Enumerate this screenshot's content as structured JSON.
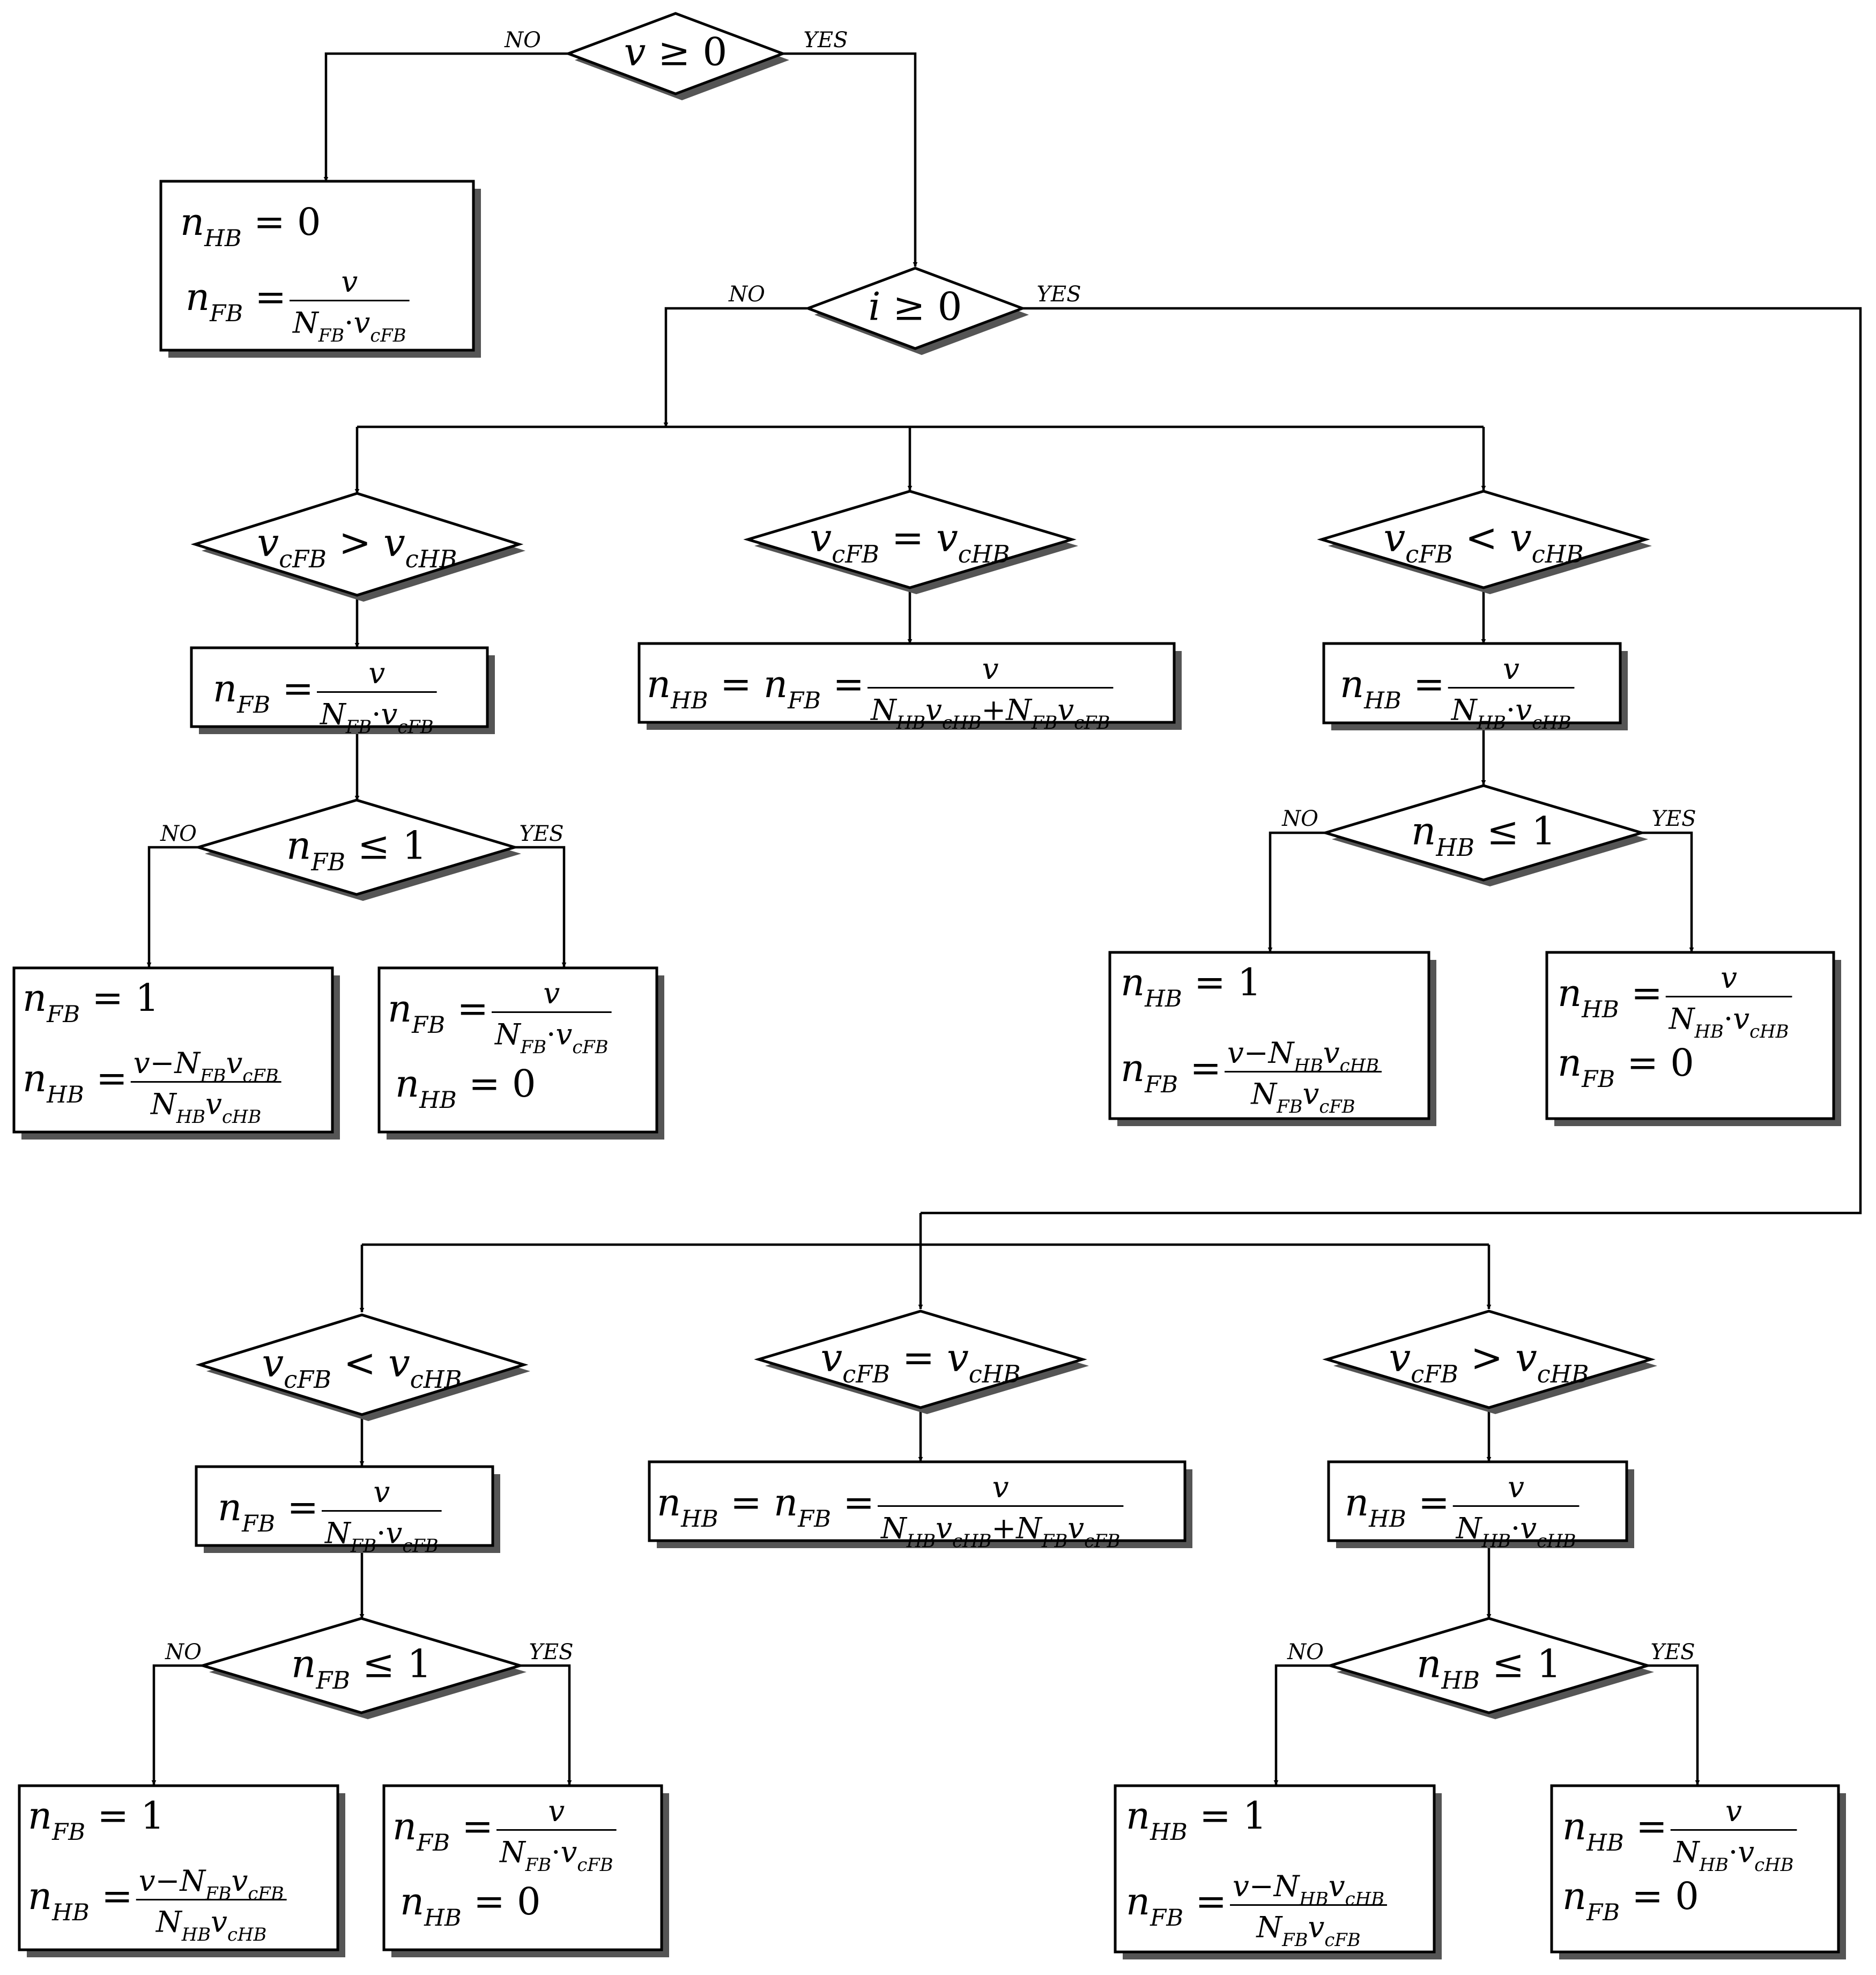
{
  "edge_labels": {
    "no": "NO",
    "yes": "YES"
  },
  "decisions": {
    "v_ge_0": {
      "lhs": "v",
      "op": "≥",
      "rhs": "0"
    },
    "i_ge_0": {
      "lhs": "i",
      "op": "≥",
      "rhs": "0"
    },
    "cmp_gt": {
      "op": ">"
    },
    "cmp_eq": {
      "op": "="
    },
    "cmp_lt": {
      "op": "<"
    },
    "le_one": {
      "op": "≤",
      "rhs": "1"
    }
  },
  "symbols": {
    "n": "n",
    "v": "v",
    "c": "c",
    "N": "N",
    "HB": "HB",
    "FB": "FB",
    "zero": "0",
    "one": "1",
    "eq": "=",
    "dot": "·",
    "plus": "+",
    "minus": "−"
  }
}
